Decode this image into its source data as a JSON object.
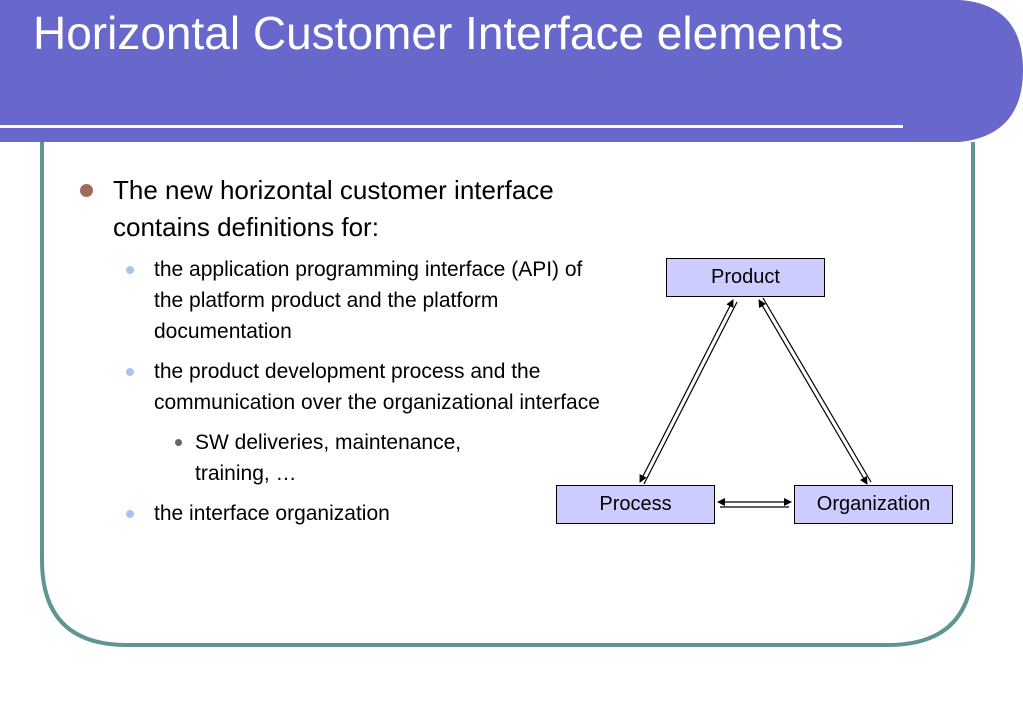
{
  "slide": {
    "title": "Horizontal Customer Interface elements",
    "colors": {
      "title_band": "#6767cc",
      "frame": "#5f9691",
      "node_fill": "#ccccff",
      "bullet_primary": "#a06a5c",
      "bullet_secondary": "#a7c6ef"
    }
  },
  "content": {
    "main_point": "The new horizontal customer interface contains definitions for:",
    "sub_points": [
      "the application programming interface (API) of the platform product and the platform documentation",
      "the product development process and the communication over the organizational interface",
      "the interface organization"
    ],
    "sub_sub_point": "SW deliveries, maintenance, training, …"
  },
  "diagram": {
    "nodes": {
      "product": "Product",
      "process": "Process",
      "organization": "Organization"
    },
    "edges": [
      {
        "from": "product",
        "to": "process",
        "style": "double-line, bidirectional"
      },
      {
        "from": "product",
        "to": "organization",
        "style": "double-line, bidirectional"
      },
      {
        "from": "process",
        "to": "organization",
        "style": "double-line, bidirectional"
      }
    ]
  }
}
